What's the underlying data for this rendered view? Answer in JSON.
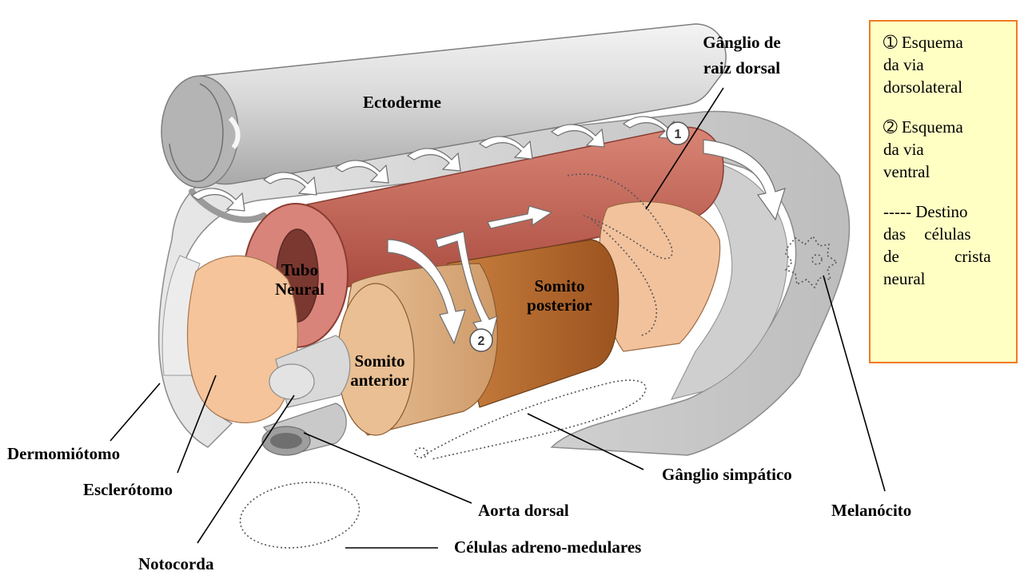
{
  "labels": {
    "ectoderme": "Ectoderme",
    "ganglio_raiz_dorsal_1": "Gânglio de",
    "ganglio_raiz_dorsal_2": "raiz dorsal",
    "tubo_neural_1": "Tubo",
    "tubo_neural_2": "Neural",
    "somito_posterior_1": "Somito",
    "somito_posterior_2": "posterior",
    "somito_anterior_1": "Somito",
    "somito_anterior_2": "anterior",
    "dermomiotomo": "Dermomiótomo",
    "esclerotomo": "Esclerótomo",
    "notocorda": "Notocorda",
    "aorta_dorsal": "Aorta dorsal",
    "ganglio_simpatico": "Gânglio simpático",
    "melanocito": "Melanócito",
    "celulas_adreno": "Células adreno-medulares",
    "marker_1": "1",
    "marker_2": "2"
  },
  "legend": {
    "item1_symbol": "➀",
    "item1_text_1": "Esquema",
    "item1_text_2": "da via",
    "item1_text_3": "dorsolateral",
    "item2_symbol": "➁",
    "item2_text_1": "Esquema",
    "item2_text_2": "da via",
    "item2_text_3": "ventral",
    "item3_text_1": "----- Destino",
    "item3_text_2": "das células",
    "item3_text_3": "de crista",
    "item3_text_4": "neural"
  },
  "colors": {
    "legend_bg": "#ffffc4",
    "legend_border": "#f07a24",
    "neural_tube": "#c9645a",
    "somite_anterior": "#e0b084",
    "somite_posterior": "#b96a2c",
    "sclerotome": "#f5c49a",
    "ectoderm": "#d8d8d8"
  }
}
